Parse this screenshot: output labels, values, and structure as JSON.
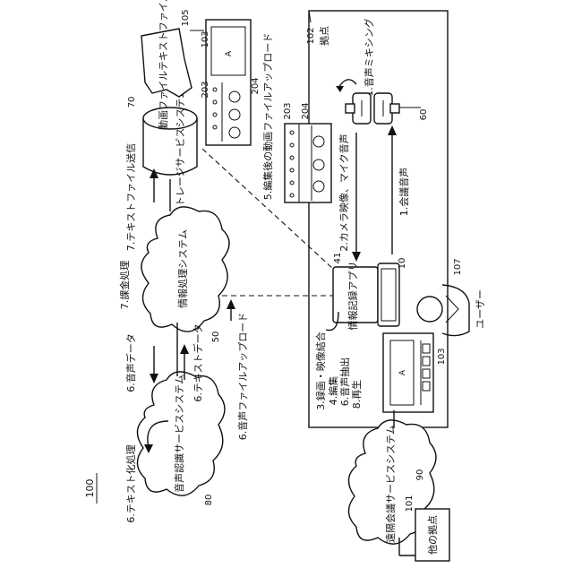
{
  "figure_number": "100",
  "site": {
    "ref": "102",
    "label": "拠点"
  },
  "storage": {
    "ref": "70",
    "label": "ストレージサービスシステム"
  },
  "storage_files": {
    "ref": "105",
    "label": "動画ファイルテキストファイル"
  },
  "info_system": {
    "ref": "50",
    "label": "情報処理システム"
  },
  "speech_system": {
    "ref": "80",
    "label": "音声認識サービスシステム"
  },
  "teleconf_system": {
    "ref": "90",
    "label": "遠隔会議サービスシステム"
  },
  "other_site": {
    "ref": "101",
    "label": "他の拠点"
  },
  "laptop": {
    "ref": "10",
    "app_ref": "41",
    "app_label": "情報記録アプリ"
  },
  "user": {
    "ref": "107",
    "label": "ユーザー"
  },
  "device": {
    "ref": "60"
  },
  "screen_refs": {
    "display": "103",
    "panorama": "203",
    "speaker": "204",
    "letter": "A"
  },
  "steps": {
    "s1_mixing": "1.音声ミキシング",
    "s1_meeting_audio": "1.会議音声",
    "s2_camera": "2.カメラ映像、マイク音声",
    "s3_record": "3.録画・映像結合",
    "s4_edit": "4.編集",
    "s6_extract": "6.音声抽出",
    "s8_play": "8.再生",
    "s5_upload": "5.編集後の動画ファイルアップロード",
    "s6_audio_upload": "6.音声ファイルアップロード",
    "s6_audio_data": "6.音声データ",
    "s6_text_data": "6.テキストデータ",
    "s6_textify": "6.テキスト化処理",
    "s7_text_send": "7.テキストファイル送信",
    "s7_billing": "7.課金処理"
  }
}
